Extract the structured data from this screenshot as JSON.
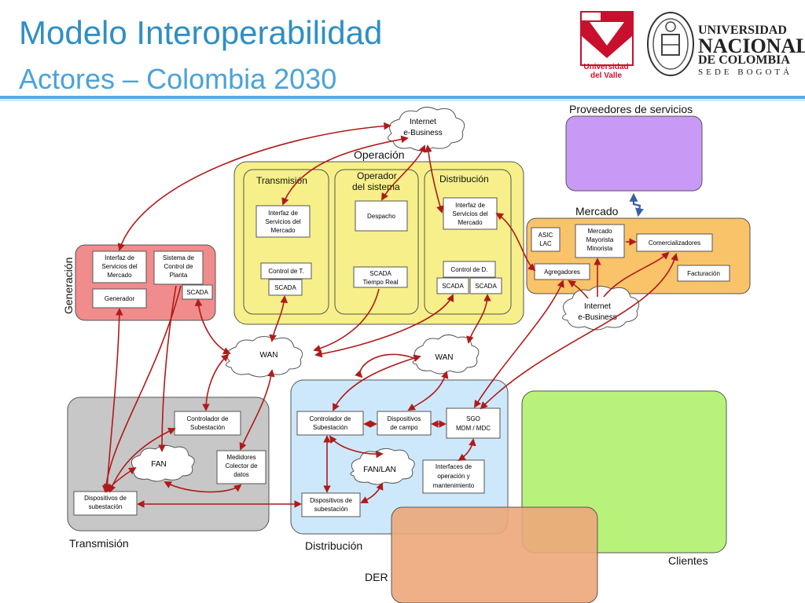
{
  "header": {
    "title": "Modelo Interoperabilidad",
    "subtitle": "Actores – Colombia 2030"
  },
  "logos": {
    "univalle": "Universidad del Valle",
    "unal_line1": "UNIVERSIDAD",
    "unal_line2": "NACIONAL",
    "unal_line3": "DE COLOMBIA",
    "unal_line4": "SEDE BOGOTÁ"
  },
  "domains": {
    "proveedores": "Proveedores de servicios",
    "mercado": "Mercado",
    "operacion": "Operación",
    "generacion": "Generación",
    "transmision": "Transmisión",
    "distribucion": "Distribución",
    "der": "DER",
    "clientes": "Clientes"
  },
  "operacion": {
    "transmision_label": "Transmisión",
    "operador_label_1": "Operador",
    "operador_label_2": "del sistema",
    "distribucion_label": "Distribución",
    "interfaz_t": [
      "Interfaz de",
      "Servicios del",
      "Mercado"
    ],
    "control_t": "Control de T.",
    "scada_t": "SCADA",
    "despacho": "Despacho",
    "scada_tr": [
      "SCADA",
      "Tiempo Real"
    ],
    "interfaz_d": [
      "Interfaz de",
      "Servicios del",
      "Mercado"
    ],
    "control_d": "Control de D.",
    "scada_d1": "SCADA",
    "scada_d2": "SCADA"
  },
  "generacion": {
    "interfaz": [
      "Interfaz de",
      "Servicios del",
      "Mercado"
    ],
    "sistema": [
      "Sistema de",
      "Control de",
      "Planta"
    ],
    "generador": "Generador",
    "scada": "SCADA"
  },
  "mercado": {
    "asic": [
      "ASIC",
      "LAC"
    ],
    "mayorista": [
      "Mercado",
      "Mayorista",
      "Minorista"
    ],
    "comercializadores": "Comercializadores",
    "agregadores": "Agregadores",
    "facturacion": "Facturación"
  },
  "clouds": {
    "internet_top": [
      "Internet",
      "e-Business"
    ],
    "internet_mid": [
      "Internet",
      "e-Business"
    ],
    "wan1": "WAN",
    "wan2": "WAN",
    "fan": "FAN",
    "fan_lan": "FAN/LAN"
  },
  "transmision": {
    "controlador": [
      "Controlador de",
      "Subestación"
    ],
    "medidores": [
      "Medidores",
      "Colector de",
      "datos"
    ],
    "dispositivos": [
      "Dispositivos de",
      "subestación"
    ]
  },
  "distribucion": {
    "controlador": [
      "Controlador de",
      "Subestación"
    ],
    "dispositivos_campo": [
      "Dispositivos",
      "de campo"
    ],
    "sgo": [
      "SGO",
      "MDM / MDC"
    ],
    "interfaces": [
      "Interfaces de",
      "operación y",
      "mantenimiento"
    ],
    "dispositivos": [
      "Dispositivos de",
      "subestación"
    ]
  },
  "colors": {
    "title": "#2f8fc4",
    "arrow": "#b01a1a",
    "operacion": "#f7f08a",
    "generacion": "#f08c8c",
    "mercado": "#f9c36a",
    "proveedores": "#c89af5",
    "transmision": "#c7c7c7",
    "distribucion": "#cde8fa",
    "clientes": "#b8f27a",
    "der": "#eda77a"
  }
}
